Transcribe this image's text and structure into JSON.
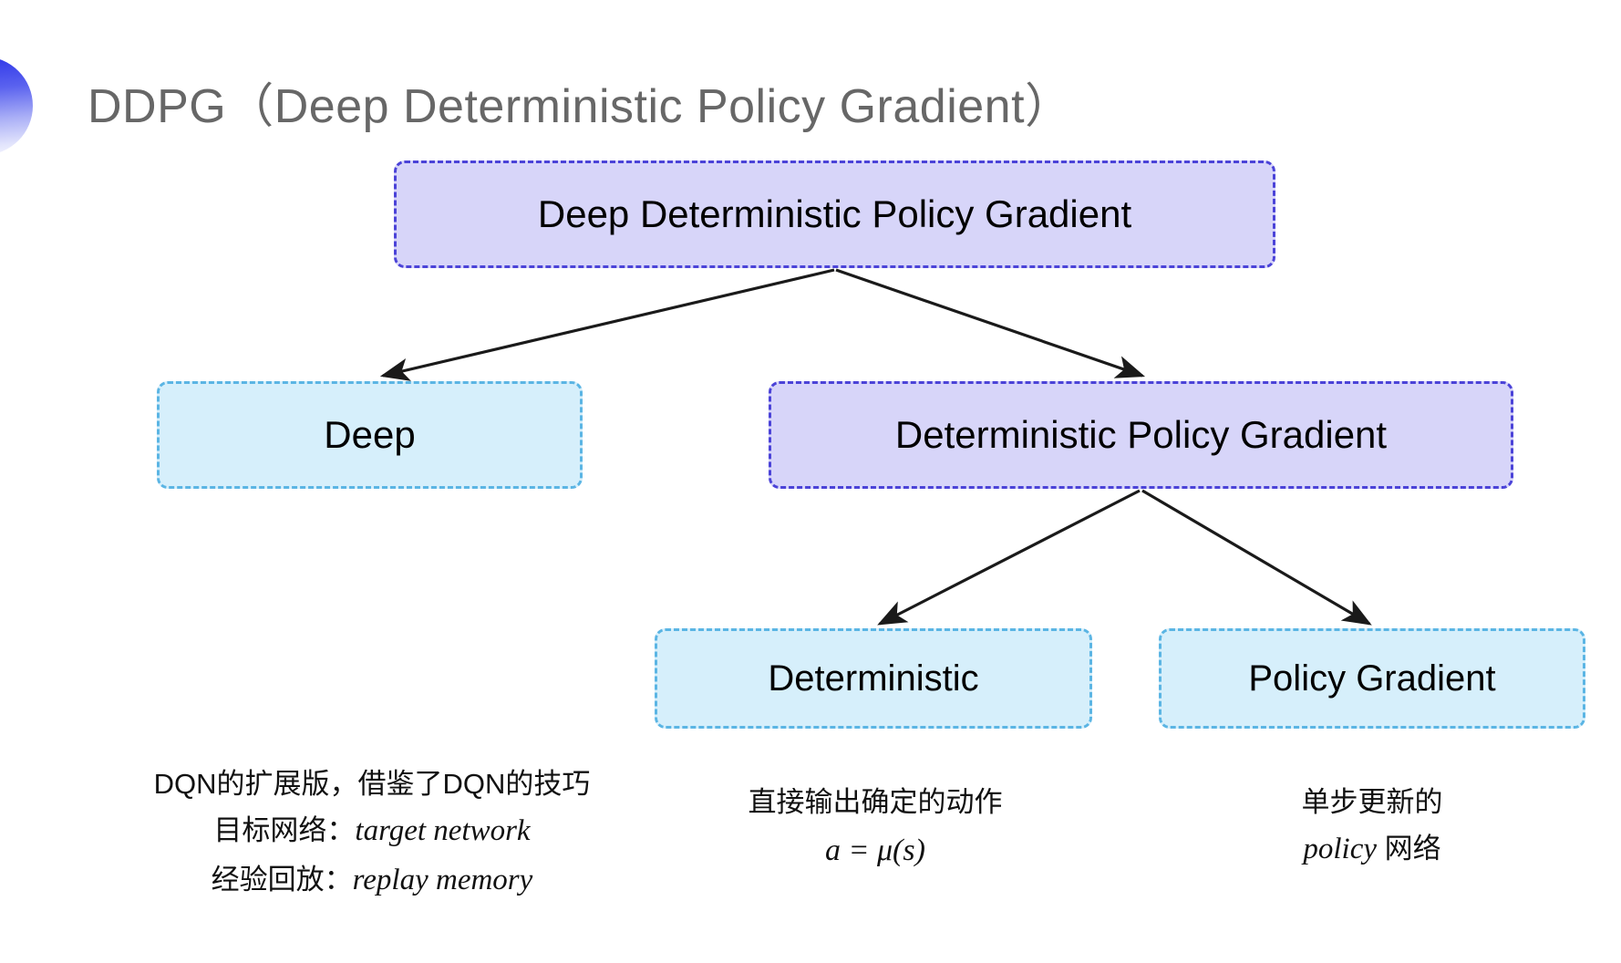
{
  "slide": {
    "title": "DDPG（Deep Deterministic Policy Gradient）",
    "background_color": "#ffffff"
  },
  "decor": {
    "bullet_icon": "half-circle-gradient-icon",
    "gradient_from": "#2d35e8",
    "gradient_to": "#f4f5ff"
  },
  "diagram": {
    "nodes": [
      {
        "id": "root",
        "label": "Deep Deterministic Policy Gradient",
        "fill": "#d7d5f9",
        "border": "#4b43d8",
        "level": 0
      },
      {
        "id": "deep",
        "label": "Deep",
        "fill": "#d6effb",
        "border": "#5bb5e4",
        "level": 1
      },
      {
        "id": "dpg",
        "label": "Deterministic Policy Gradient",
        "fill": "#d7d5f9",
        "border": "#4b43d8",
        "level": 1
      },
      {
        "id": "deterministic",
        "label": "Deterministic",
        "fill": "#d6effb",
        "border": "#5bb5e4",
        "level": 2
      },
      {
        "id": "policy_gradient",
        "label": "Policy Gradient",
        "fill": "#d6effb",
        "border": "#5bb5e4",
        "level": 2
      }
    ],
    "edges": [
      {
        "from": "root",
        "to": "deep"
      },
      {
        "from": "root",
        "to": "dpg"
      },
      {
        "from": "dpg",
        "to": "deterministic"
      },
      {
        "from": "dpg",
        "to": "policy_gradient"
      }
    ],
    "edge_color": "#1a1a1a"
  },
  "captions": {
    "deep": {
      "line1": "DQN的扩展版，借鉴了DQN的技巧",
      "line2_label": "目标网络：",
      "line2_term": "target network",
      "line3_label": "经验回放：",
      "line3_term": "replay memory"
    },
    "deterministic": {
      "line1": "直接输出确定的动作",
      "formula": "a = μ(s)"
    },
    "policy_gradient": {
      "line1": "单步更新的",
      "line2_term": "policy",
      "line2_suffix": " 网络"
    }
  }
}
